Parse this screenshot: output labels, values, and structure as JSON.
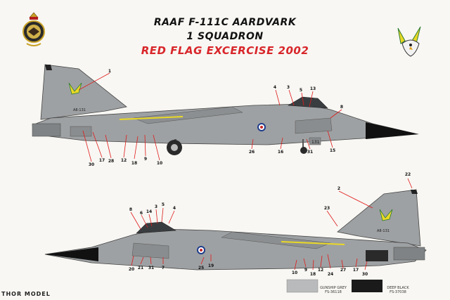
{
  "header": {
    "title_line1": "RAAF F-111C AARDVARK",
    "title_line2": "1 SQUADRON",
    "title_line3": "RED FLAG EXCERCISE 2002"
  },
  "colors": {
    "gunship_grey": "#9ea1a3",
    "dark_grey": "#7f8385",
    "black": "#111111",
    "callout_red": "#e01b1b",
    "title_red": "#d8262a",
    "yellow": "#e9d826",
    "green": "#2e7d32"
  },
  "aircraft_top": {
    "serial": "A8-131",
    "callouts": [
      "1",
      "4",
      "3",
      "5",
      "13",
      "8",
      "30",
      "17",
      "28",
      "12",
      "18",
      "9",
      "10",
      "26",
      "16",
      "31",
      "15"
    ],
    "nose_number": "131"
  },
  "aircraft_bottom": {
    "serial": "A8-131",
    "callouts": [
      "22",
      "2",
      "23",
      "8",
      "6",
      "14",
      "5",
      "3",
      "4",
      "20",
      "21",
      "31",
      "7",
      "25",
      "19",
      "10",
      "9",
      "18",
      "12",
      "24",
      "27",
      "17",
      "30"
    ]
  },
  "swatches": [
    {
      "name": "GUNSHIP GREY",
      "code": "FS-36118",
      "color": "#b8babb"
    },
    {
      "name": "DEEP BLACK",
      "code": "FS-37038",
      "color": "#1a1a1a"
    }
  ],
  "footer": {
    "brand": "THOR MODEL"
  },
  "icons": [
    "squadron-crest-icon",
    "hawk-emblem-icon",
    "raaf-roundel-icon"
  ]
}
